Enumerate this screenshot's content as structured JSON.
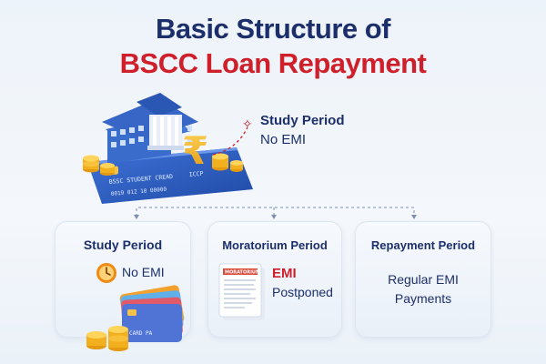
{
  "title": {
    "line1": "Basic Structure of",
    "line2": "BSCC Loan Repayment"
  },
  "hero": {
    "callout_title": "Study Period",
    "callout_sub": "No EMI",
    "card_text": "BSSC STUDENT CREAD",
    "card_text_2": "ICCP",
    "card_number": "0019 012 10 00000",
    "icons": [
      "bank-building-icon",
      "rupee-icon",
      "coin-stack-icon",
      "sparkle-icon"
    ]
  },
  "phases": [
    {
      "title": "Study Period",
      "detail": "No EMI",
      "icon": "clock-icon"
    },
    {
      "title": "Moratorium Period",
      "detail_title": "EMI",
      "detail_sub": "Postponed",
      "doc_label": "MORATORIUM",
      "icon": "document-icon"
    },
    {
      "title": "Repayment Period",
      "detail_line1": "Regular EMI",
      "detail_line2": "Payments"
    }
  ],
  "stack_card_text": "CARD PA",
  "colors": {
    "navy": "#1c2f6b",
    "red": "#cf1f2a",
    "card_blue": "#2f5fc4",
    "gold": "#f2b01e"
  }
}
